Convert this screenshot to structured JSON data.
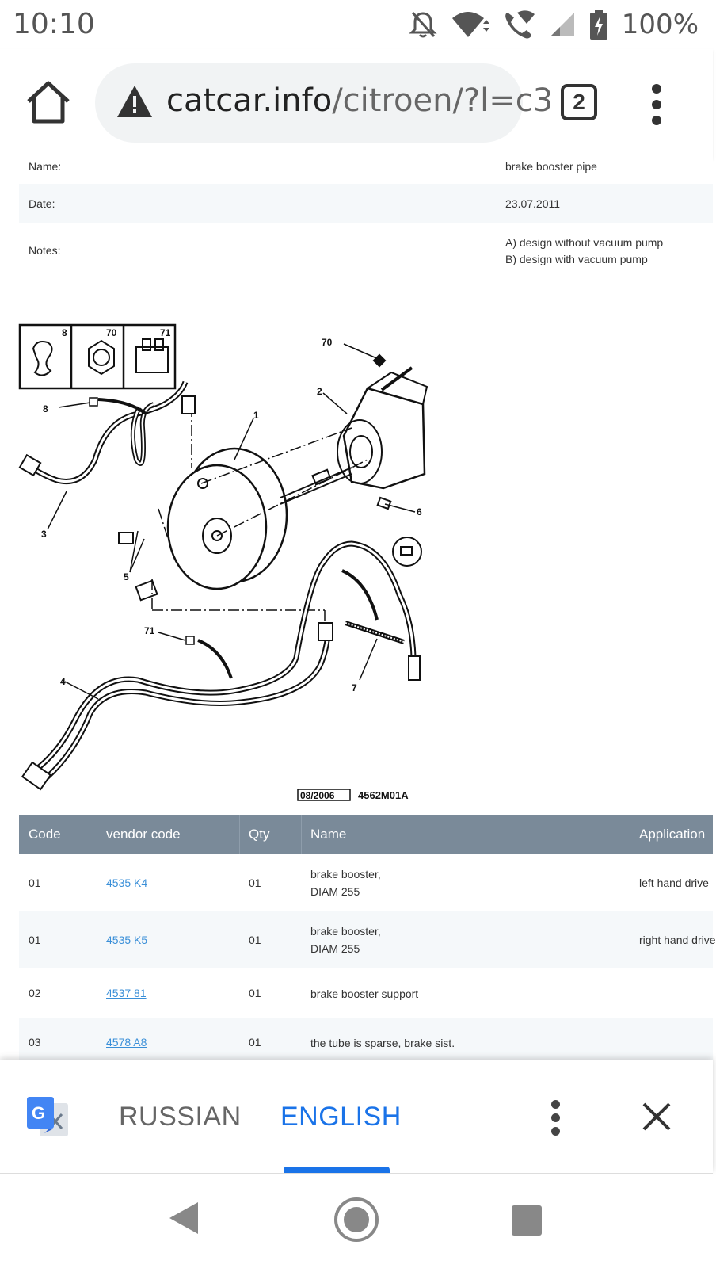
{
  "status_bar": {
    "time": "10:10",
    "battery": "100%",
    "icons": [
      "notifications-off-icon",
      "wifi-icon",
      "wifi-calling-icon",
      "signal-icon",
      "battery-charging-icon"
    ]
  },
  "browser": {
    "url_host": "catcar.info",
    "url_path": "/citroen/?l=c3",
    "tab_count": "2",
    "icons": [
      "home-icon",
      "warning-icon",
      "more-vert-icon"
    ]
  },
  "info": {
    "name_label": "Name:",
    "name_value": "brake booster pipe",
    "date_label": "Date:",
    "date_value": "23.07.2011",
    "notes_label": "Notes:",
    "notes_line1": "A) design without vacuum pump",
    "notes_line2": "B) design with vacuum pump"
  },
  "diagram": {
    "callouts": [
      "70",
      "2",
      "8",
      "1",
      "3",
      "6",
      "5",
      "71",
      "4",
      "7"
    ],
    "inset_labels": [
      "8",
      "70",
      "71"
    ],
    "date_box": "08/2006",
    "ref_code": "4562M01A"
  },
  "parts_table": {
    "headers": [
      "Code",
      "vendor code",
      "Qty",
      "Name",
      "Application"
    ],
    "rows": [
      {
        "code": "01",
        "vendor": "4535 K4",
        "qty": "01",
        "name1": "brake booster,",
        "name2": "DIAM 255",
        "application": "left hand drive"
      },
      {
        "code": "01",
        "vendor": "4535 K5",
        "qty": "01",
        "name1": "brake booster,",
        "name2": "DIAM 255",
        "application": "right hand drive"
      },
      {
        "code": "02",
        "vendor": "4537 81",
        "qty": "01",
        "name1": "brake booster support",
        "name2": "",
        "application": ""
      },
      {
        "code": "03",
        "vendor": "4578 A8",
        "qty": "01",
        "name1": "the tube is sparse, brake sist.",
        "name2": "",
        "application": ""
      }
    ]
  },
  "translate": {
    "source_lang": "RUSSIAN",
    "target_lang": "ENGLISH",
    "accent": "#1a73e8",
    "icons": [
      "google-translate-icon",
      "more-vert-icon",
      "close-icon"
    ]
  },
  "navigation": {
    "icons": [
      "back-icon",
      "home-circle-icon",
      "recents-icon"
    ]
  },
  "colors": {
    "table_header": "#7a8a99",
    "link": "#3a8fd8"
  }
}
